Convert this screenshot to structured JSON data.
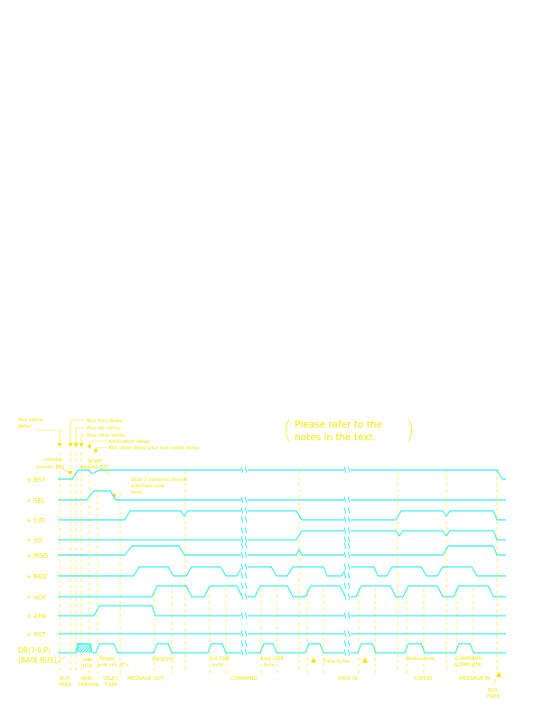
{
  "colors": {
    "background": "#ffffff",
    "waveform": "#00e5e5",
    "annotation": "#f2e600"
  },
  "signals": [
    {
      "name": "+ BSY"
    },
    {
      "name": "+ SEL"
    },
    {
      "name": "+ C/D"
    },
    {
      "name": "+ I/O"
    },
    {
      "name": "+ MSG"
    },
    {
      "name": "+ REQ"
    },
    {
      "name": "+ ACK"
    },
    {
      "name": "+ ATN"
    },
    {
      "name": "+ RST"
    }
  ],
  "data_bus": {
    "line1": "DB(7-0,P)",
    "line2": "(BATA BUS)"
  },
  "note": {
    "line1": "Please refer to the",
    "line2": "notes in the text."
  },
  "delay_labels": {
    "settle": [
      "Bus settle",
      "delay"
    ],
    "free": "Bus free delay",
    "set": "Bus set delay",
    "clear": "Bus clear delay",
    "arbitration": "Arbitration delay",
    "clear_free_settle": "Bus clear delay plus bus settle delay"
  },
  "annotations": {
    "initiator": [
      "Initiator",
      "asserts BSY"
    ],
    "target": [
      "Target",
      "asserts BSY"
    ],
    "scsi_note": [
      "SCSI-1 systems should",
      "arbitrate over",
      "here."
    ],
    "arbitration_ids": [
      "own",
      "ID's"
    ],
    "target_init_ids": [
      "Target",
      "and init. ID's"
    ],
    "data_bytes": "Data bytes"
  },
  "byte_labels": {
    "identify": "IDENTIFY",
    "first_cdb": [
      "1st CDB",
      "byte"
    ],
    "last_cdb": [
      "Last CDB",
      "byte"
    ],
    "status_byte": "Status byte",
    "command_complete": [
      "COMMAND",
      "COMPLETE"
    ]
  },
  "phases": {
    "bus_free": [
      "BUS",
      "FREE"
    ],
    "arbitration": [
      "ARBI-",
      "TRATION"
    ],
    "selection": [
      "SELEC-",
      "TION"
    ],
    "message_out": "MESSAGE OUT",
    "command": "COMMAND",
    "data_in": "DATA IN",
    "status": "STATUS",
    "message_in": "MESSAGE IN",
    "bus_free_end": [
      "BUS",
      "FREE"
    ]
  }
}
